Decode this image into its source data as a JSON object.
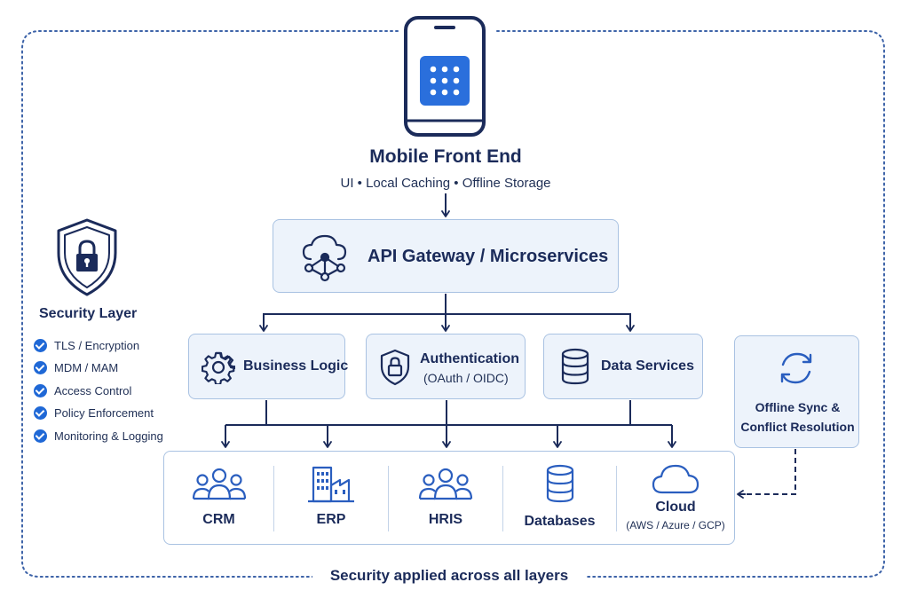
{
  "mobile": {
    "title": "Mobile Front End",
    "features": "UI • Local Caching • Offline Storage"
  },
  "gateway": {
    "label": "API Gateway / Microservices"
  },
  "services": [
    {
      "label": "Business Logic",
      "icon": "gear-icon"
    },
    {
      "label": "Authentication",
      "sub": "(OAuth / OIDC)",
      "icon": "lock-shield-icon"
    },
    {
      "label": "Data Services",
      "icon": "database-icon"
    }
  ],
  "offline_sync": {
    "label_line1": "Offline Sync &",
    "label_line2": "Conflict Resolution"
  },
  "systems": [
    {
      "label": "CRM",
      "icon": "users-icon"
    },
    {
      "label": "ERP",
      "icon": "factory-icon"
    },
    {
      "label": "HRIS",
      "icon": "users-icon"
    },
    {
      "label": "Databases",
      "icon": "database-icon"
    },
    {
      "label": "Cloud",
      "sub": "(AWS / Azure / GCP)",
      "icon": "cloud-icon"
    }
  ],
  "security": {
    "title": "Security Layer",
    "items": [
      "TLS / Encryption",
      "MDM / MAM",
      "Access Control",
      "Policy Enforcement",
      "Monitoring & Logging"
    ]
  },
  "footer": {
    "caption": "Security applied across all layers"
  },
  "colors": {
    "navy": "#1b2b5a",
    "accent": "#1f68d6",
    "box_fill": "#edf3fb",
    "box_border": "#a9c2e2",
    "frame": "#3d63a8"
  }
}
